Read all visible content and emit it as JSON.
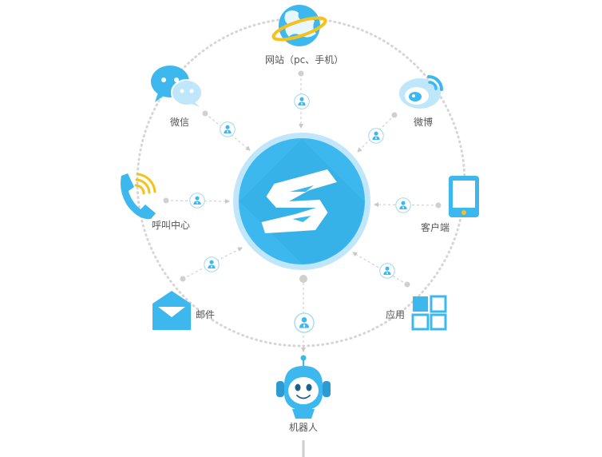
{
  "hub": {
    "icon": "brand-s-logo-icon"
  },
  "channels": {
    "website": {
      "label": "网站（pc、手机）",
      "icon": "globe-icon"
    },
    "wechat": {
      "label": "微信",
      "icon": "wechat-icon"
    },
    "weibo": {
      "label": "微博",
      "icon": "weibo-icon"
    },
    "callcenter": {
      "label": "呼叫中心",
      "icon": "phone-icon"
    },
    "client": {
      "label": "客户端",
      "icon": "tablet-icon"
    },
    "email": {
      "label": "邮件",
      "icon": "mail-icon"
    },
    "app": {
      "label": "应用",
      "icon": "app-grid-icon"
    },
    "robot": {
      "label": "机器人",
      "icon": "robot-icon"
    }
  },
  "connector_icon": "person-icon",
  "colors": {
    "primary": "#3db8ef",
    "hub_ring": "#bfe6fa",
    "accent_yellow": "#f5c21b",
    "line_gray": "#d0d0d0",
    "label_gray": "#555555"
  }
}
